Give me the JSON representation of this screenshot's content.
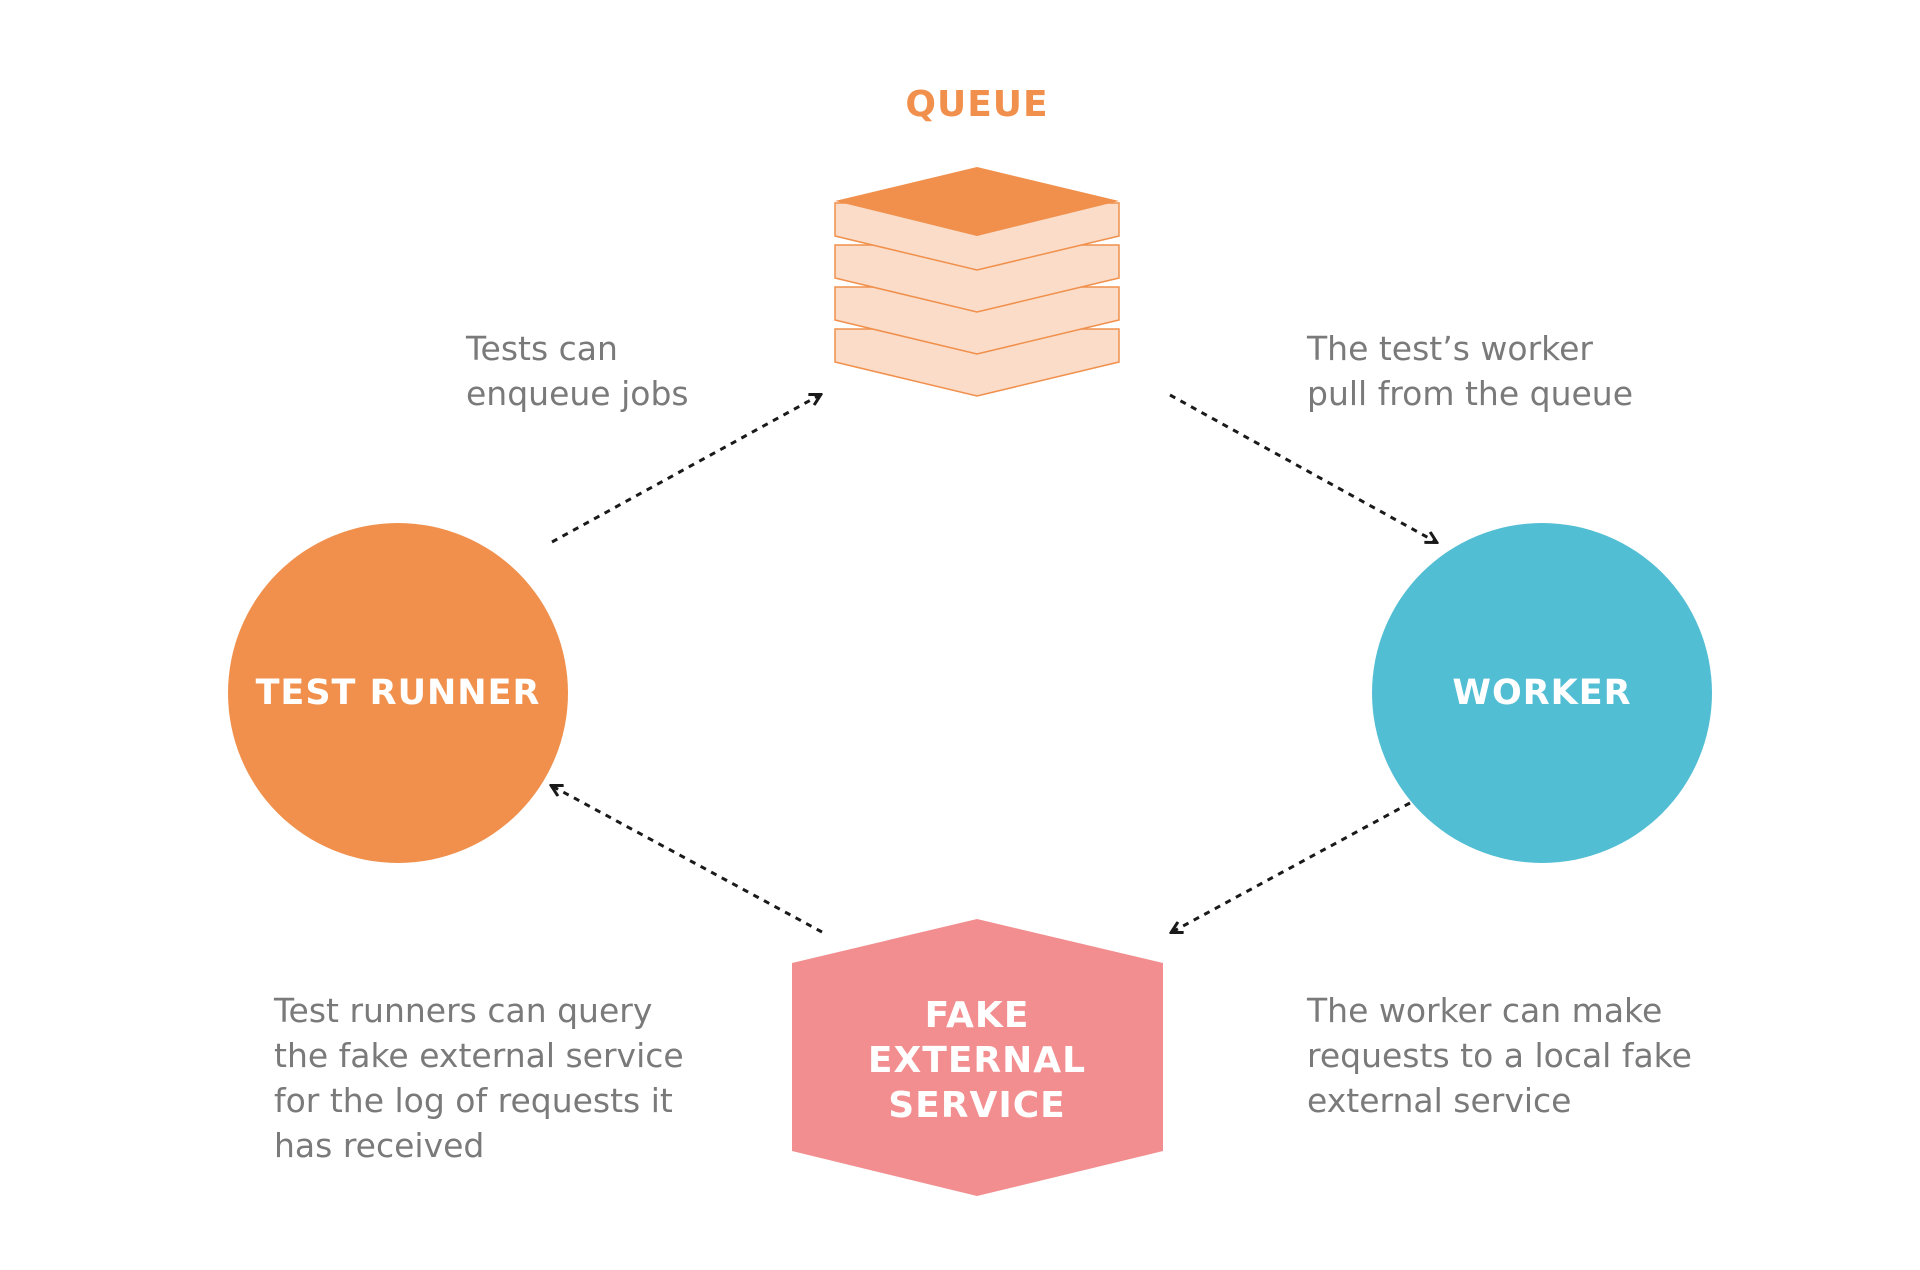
{
  "colors": {
    "orange": "#F0904C",
    "queue_layer": "#FADCC8",
    "teal": "#52BED3",
    "pink": "#F28E8F",
    "caption_text": "#7a7a7a",
    "arrow": "#1a1a1a",
    "white": "#ffffff"
  },
  "nodes": {
    "queue": {
      "label": "QUEUE"
    },
    "test_runner": {
      "label": "TEST RUNNER"
    },
    "worker": {
      "label": "WORKER"
    },
    "fake_service": {
      "lines": [
        "FAKE",
        "EXTERNAL",
        "SERVICE"
      ]
    }
  },
  "captions": {
    "enqueue": [
      "Tests can",
      "enqueue jobs"
    ],
    "pull": [
      "The test’s worker",
      "pull from the queue"
    ],
    "query": [
      "Test runners can query",
      "the fake external service",
      "for the log of requests it",
      "has received"
    ],
    "requests": [
      "The worker can make",
      "requests to a local fake",
      "external service"
    ]
  },
  "icons": {
    "queue_stack": "stacked-layers-icon"
  }
}
